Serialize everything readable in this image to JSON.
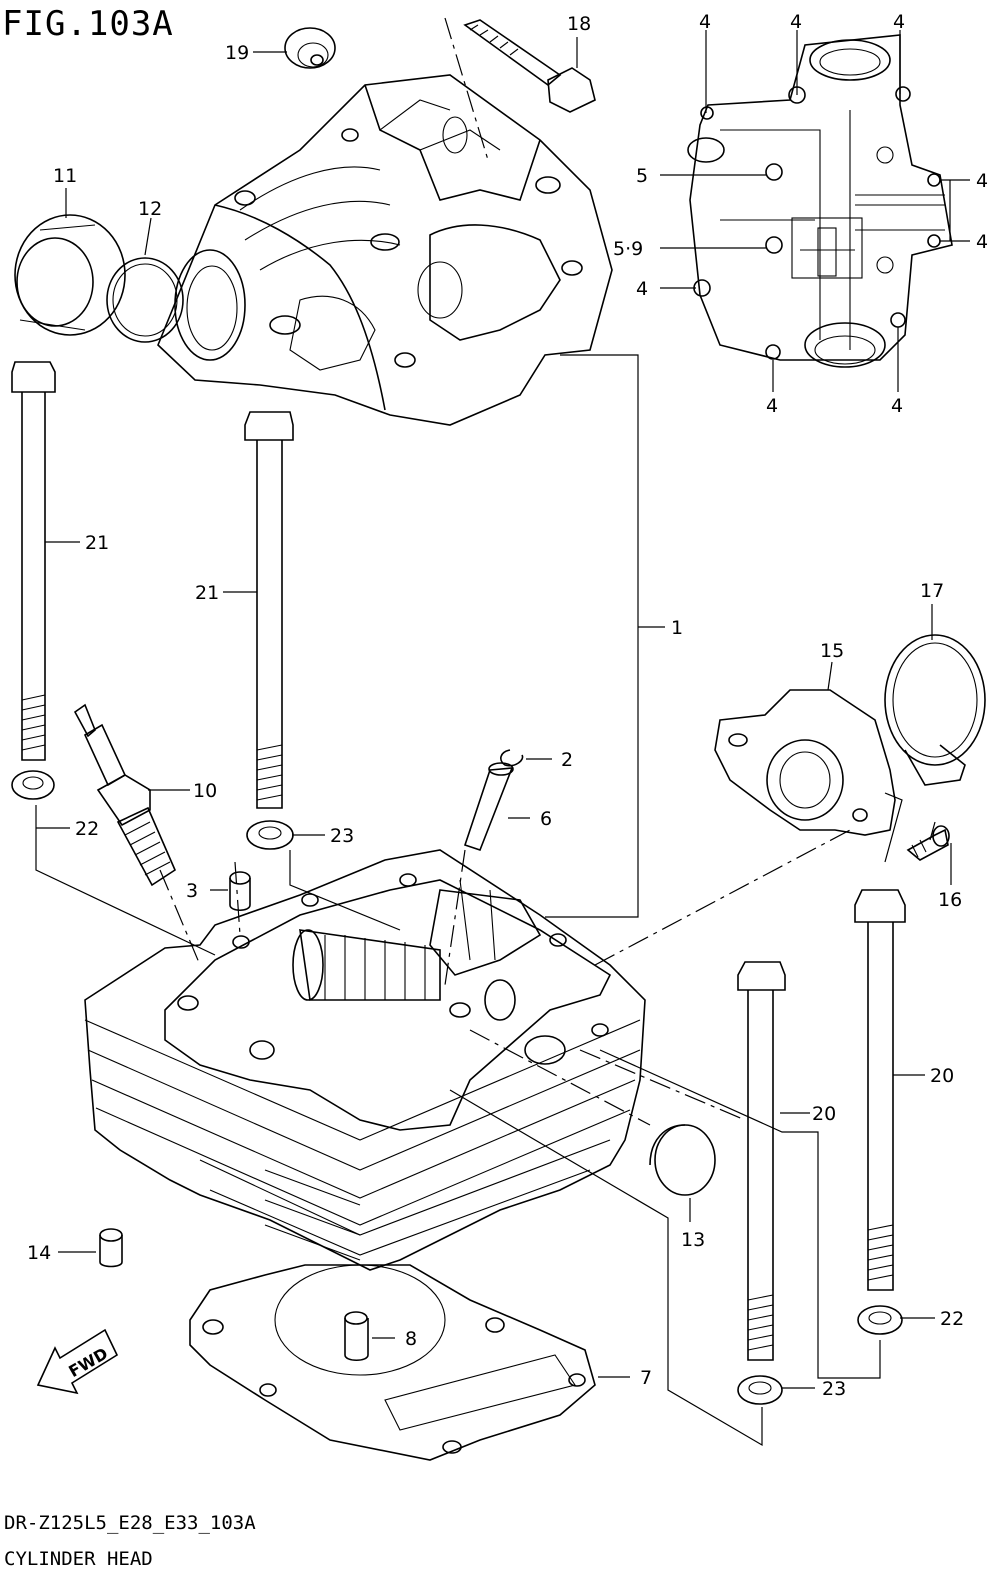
{
  "figure": {
    "title": "FIG.103A",
    "code": "DR-Z125L5_E28_E33_103A",
    "name": "CYLINDER HEAD",
    "fwd_label": "FWD"
  },
  "callouts": [
    {
      "id": "c-1",
      "label": "1"
    },
    {
      "id": "c-2",
      "label": "2"
    },
    {
      "id": "c-3",
      "label": "3"
    },
    {
      "id": "c-4a",
      "label": "4"
    },
    {
      "id": "c-4b",
      "label": "4"
    },
    {
      "id": "c-4c",
      "label": "4"
    },
    {
      "id": "c-4d",
      "label": "4"
    },
    {
      "id": "c-4e",
      "label": "4"
    },
    {
      "id": "c-4f",
      "label": "4"
    },
    {
      "id": "c-4g",
      "label": "4"
    },
    {
      "id": "c-4h",
      "label": "4"
    },
    {
      "id": "c-5",
      "label": "5"
    },
    {
      "id": "c-59",
      "label": "5·9"
    },
    {
      "id": "c-6",
      "label": "6"
    },
    {
      "id": "c-7",
      "label": "7"
    },
    {
      "id": "c-8",
      "label": "8"
    },
    {
      "id": "c-10",
      "label": "10"
    },
    {
      "id": "c-11",
      "label": "11"
    },
    {
      "id": "c-12",
      "label": "12"
    },
    {
      "id": "c-13",
      "label": "13"
    },
    {
      "id": "c-14",
      "label": "14"
    },
    {
      "id": "c-15",
      "label": "15"
    },
    {
      "id": "c-16",
      "label": "16"
    },
    {
      "id": "c-17",
      "label": "17"
    },
    {
      "id": "c-18",
      "label": "18"
    },
    {
      "id": "c-19",
      "label": "19"
    },
    {
      "id": "c-20a",
      "label": "20"
    },
    {
      "id": "c-20b",
      "label": "20"
    },
    {
      "id": "c-21a",
      "label": "21"
    },
    {
      "id": "c-21b",
      "label": "21"
    },
    {
      "id": "c-22a",
      "label": "22"
    },
    {
      "id": "c-22b",
      "label": "22"
    },
    {
      "id": "c-23a",
      "label": "23"
    },
    {
      "id": "c-23b",
      "label": "23"
    }
  ]
}
